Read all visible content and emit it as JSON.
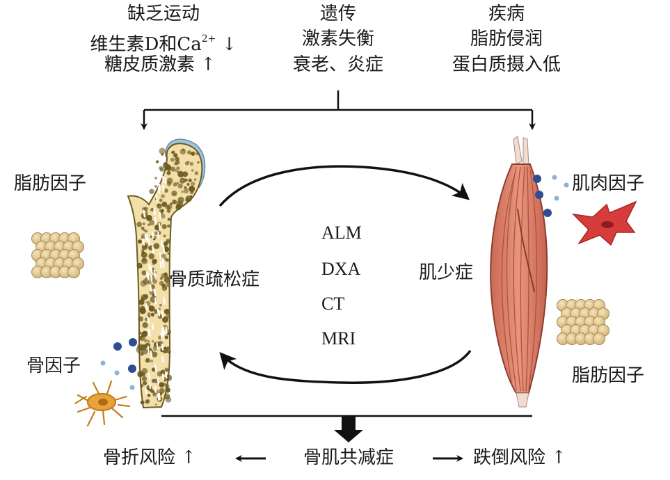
{
  "top_causes": {
    "left": {
      "line1": "缺乏运动",
      "line2_main": "维生素D和Ca",
      "line2_sup": "2+",
      "line2_arrow": "↓",
      "line3": "糖皮质激素 ↑"
    },
    "center": {
      "line1": "遗传",
      "line2": "激素失衡",
      "line3": "衰老、炎症"
    },
    "right": {
      "line1": "疾病",
      "line2": "脂肪侵润",
      "line3": "蛋白质摄入低"
    }
  },
  "left_side": {
    "fat_factor": "脂肪因子",
    "bone_factor": "骨因子",
    "disease": "骨质疏松症"
  },
  "right_side": {
    "muscle_factor": "肌肉因子",
    "disease": "肌少症",
    "fat_factor": "脂肪因子"
  },
  "methods": [
    "ALM",
    "DXA",
    "CT",
    "MRI"
  ],
  "bottom": {
    "center": "骨肌共减症",
    "left": "骨折风险 ↑",
    "right": "跌倒风险 ↑"
  },
  "colors": {
    "bone_fill": "#f3dfaa",
    "bone_spots": "#6b5a22",
    "cartilage": "#9fc6de",
    "muscle": "#d9826b",
    "fat_cell": "#e8cf98",
    "bone_factor_dot": "#2f4d8f",
    "light_dot": "#8fb0d8",
    "muscle_cell": "#d63c3c",
    "osteocyte": "#e8a43a"
  }
}
